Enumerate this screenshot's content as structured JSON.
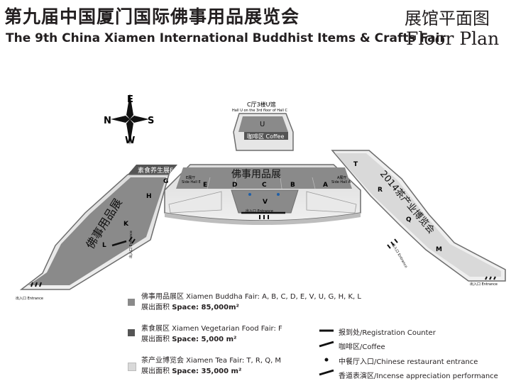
{
  "header": {
    "title_cn": "第九届中国厦门国际佛事用品展览会",
    "title_en": "The 9th China Xiamen International Buddhist Items & Crafts Fair",
    "subtitle_cn": "展馆平面图",
    "subtitle_en": "Floor Plan"
  },
  "compass": {
    "north": "N",
    "south": "S",
    "east": "E",
    "west": "W"
  },
  "halls": {
    "hall_u_title": "C厅3楼U馆",
    "hall_u_sub": "Hall U on the 3rd floor of Hall C",
    "hall_u_letter": "U",
    "coffee_label": "咖啡区 Coffee",
    "main_title": "佛事用品展",
    "main_letters": [
      "E",
      "D",
      "C",
      "B",
      "A"
    ],
    "v_letter": "V",
    "vegetarian_label": "素食养生展F",
    "side_hall_e_cn": "E展厅",
    "side_hall_e_en": "Side Hall E",
    "side_hall_a_cn": "A展厅",
    "side_hall_a_en": "Side Hall A",
    "left_wing_title": "佛事用品展",
    "left_letters": [
      "G",
      "H",
      "K",
      "L"
    ],
    "tea_title": "2014茶产业博览会",
    "tea_letters": [
      "T",
      "R",
      "Q",
      "M"
    ],
    "entrance_cn": "出入口",
    "entrance_en": "Entrance",
    "entrance_full": "出入口 Entrance"
  },
  "legend": {
    "buddha_line1": "佛事用品展区 Xiamen Buddha Fair: A, B, C, D, E, V, U, G, H, K, L",
    "buddha_line2_prefix": "展出面积 ",
    "buddha_line2_value": "Space: 85,000m²",
    "veg_line1": "素食展区 Xiamen Vegetarian Food Fair: F",
    "veg_line2_prefix": "展出面积 ",
    "veg_line2_value": "Space: 5,000 m²",
    "tea_line1": "茶产业博览会 Xiamen Tea Fair: T, R, Q, M",
    "tea_line2_prefix": "展出面积 ",
    "tea_line2_value": "Space: 35,000 m²"
  },
  "key": {
    "registration": "报到处/Registration Counter",
    "coffee": "咖啡区/Coffee",
    "restaurant": "中餐厅入口/Chinese restaurant entrance",
    "incense": "香道表演区/Incense appreciation performance"
  },
  "colors": {
    "buddha_hall": "#8a8a8a",
    "vegetarian_hall": "#555555",
    "tea_hall": "#d9d9d9",
    "outline": "#6d6d6d",
    "restaurant_dot": "#1f5fa8"
  }
}
